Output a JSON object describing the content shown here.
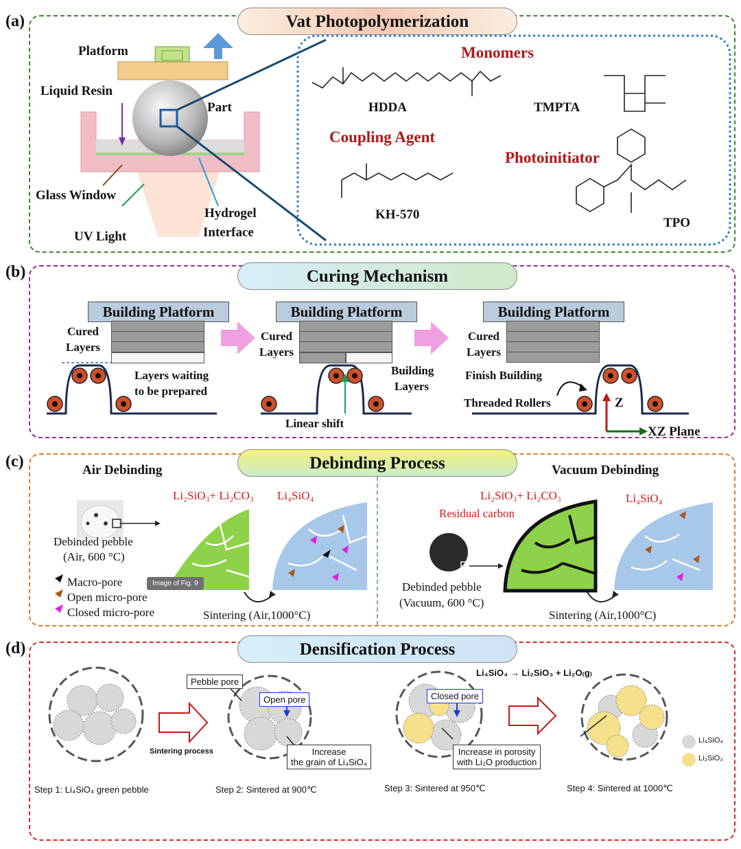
{
  "panel_a": {
    "label": "(a)",
    "title": "Vat Photopolymerization",
    "platform": "Platform",
    "liquid_resin": "Liquid Resin",
    "part": "Part",
    "glass_window": "Glass Window",
    "uv_light": "UV Light",
    "hydrogel_interface_1": "Hydrogel",
    "hydrogel_interface_2": "Interface",
    "monomers": "Monomers",
    "hdda": "HDDA",
    "tmpta": "TMPTA",
    "coupling_agent": "Coupling Agent",
    "kh570": "KH-570",
    "photoinitiator": "Photoinitiator",
    "tpo": "TPO"
  },
  "panel_b": {
    "label": "(b)",
    "title": "Curing Mechanism",
    "building_platform": "Building Platform",
    "cured_layers_1": "Cured",
    "cured_layers_2": "Layers",
    "waiting_1": "Layers waiting",
    "waiting_2": "to be prepared",
    "building_layers_1": "Building",
    "building_layers_2": "Layers",
    "linear_shift": "Linear shift",
    "finish_building": "Finish Building",
    "threaded_rollers": "Threaded Rollers",
    "z_axis": "Z",
    "xz_plane": "XZ Plane"
  },
  "panel_c": {
    "label": "(c)",
    "title": "Debinding Process",
    "air_debinding": "Air Debinding",
    "vacuum_debinding": "Vacuum Debinding",
    "li2sio3_li2co3": "Li₂SiO₃+ Li₂CO₃",
    "li4sio4": "Li₄SiO₄",
    "residual_carbon": "Residual carbon",
    "debinded_air_1": "Debinded pebble",
    "debinded_air_2": "(Air, 600 °C)",
    "debinded_vac_1": "Debinded pebble",
    "debinded_vac_2": "(Vacuum, 600 °C)",
    "legend_macro": "Macro-pore",
    "legend_open": "Open micro-pore",
    "legend_closed": "Closed micro-pore",
    "image_tag": "Image of Fig. 9",
    "sintering_air": "Sintering (Air,1000°C)",
    "sintering_vac": "Sintering (Air,1000°C)"
  },
  "panel_d": {
    "label": "(d)",
    "title": "Densification Process",
    "reaction": "Li₄SiO₄ → Li₂SiO₃ + Li₂O₍g₎",
    "pebble_pore": "Pebble pore",
    "open_pore": "Open pore",
    "closed_pore": "Closed pore",
    "increase_grain_1": "Increase",
    "increase_grain_2": "the grain of Li₄SiO₄",
    "increase_porosity_1": "Increase in porosity",
    "increase_porosity_2": "with Li₂O production",
    "sintering_process": "Sintering process",
    "step1": "Step 1: Li₄SiO₄ green pebble",
    "step2": "Step 2: Sintered at 900℃",
    "step3": "Step 3: Sintered at 950℃",
    "step4": "Step 4: Sintered at 1000℃",
    "legend_li4": "Li₄SiO₄",
    "legend_li2": "Li₂SiO₃"
  },
  "colors": {
    "panel_a_border": "#3a8a2a",
    "panel_b_border": "#9a2a9a",
    "panel_c_border": "#e07a2a",
    "panel_d_border": "#d42a2a",
    "accent_red": "#b01818",
    "li4sio4_blue": "#a8c8ea",
    "li2sio3_green": "#8ed14a",
    "li2sio3_yellow": "#f5e08c"
  }
}
